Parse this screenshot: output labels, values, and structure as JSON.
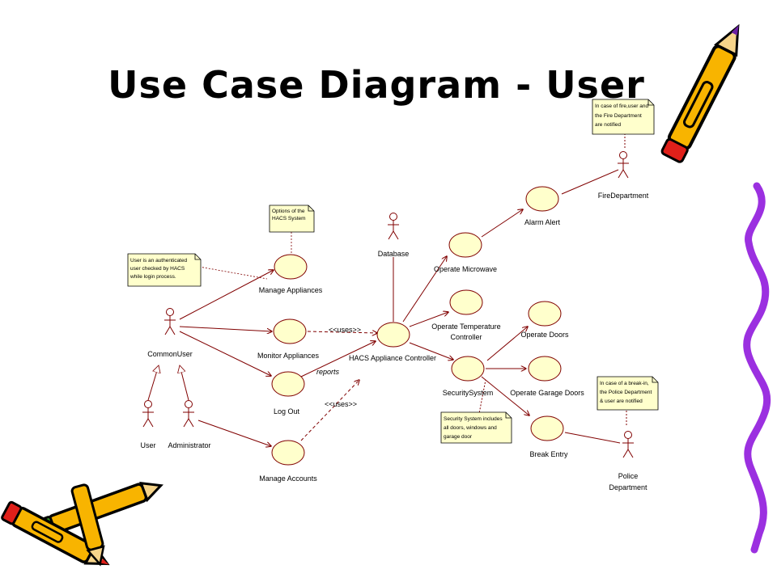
{
  "title": "Use Case Diagram - User",
  "actors": {
    "common_user": "CommonUser",
    "user": "User",
    "administrator": "Administrator",
    "database": "Database",
    "fire_department": "FireDepartment",
    "police_line1": "Police",
    "police_line2": "Department"
  },
  "use_cases": {
    "manage_appliances": "Manage Appliances",
    "monitor_appliances": "Monitor Appliances",
    "log_out": "Log Out",
    "manage_accounts": "Manage Accounts",
    "hacs_controller": "HACS Appliance Controller",
    "operate_microwave": "Operate Microwave",
    "operate_temperature_line1": "Operate Temperature",
    "operate_temperature_line2": "Controller",
    "security_system": "SecuritySystem",
    "alarm_alert": "Alarm Alert",
    "operate_doors": "Operate Doors",
    "operate_garage_doors": "Operate Garage Doors",
    "break_entry": "Break Entry"
  },
  "relations": {
    "uses_1": "<<uses>>",
    "uses_2": "<<uses>>",
    "reports": "reports"
  },
  "notes": {
    "options": [
      "Options of the",
      "HACS System"
    ],
    "login": [
      "User is an authenticated",
      "user checked by HACS",
      "while login process."
    ],
    "fire": [
      "In case of fire,user and",
      "the Fire Department",
      "are notified"
    ],
    "breakin": [
      "In case of a break-in,",
      "the Police Department",
      "& user are notified"
    ],
    "security": [
      "Security System includes",
      "all doors, windows and",
      "garage door"
    ]
  },
  "colors": {
    "usecase_fill": "#FFFFCC",
    "note_fill": "#FFFFCC",
    "line": "#800000",
    "pencil_yellow": "#F8B400",
    "pencil_red": "#E0201A",
    "pencil_green": "#3C9A2A",
    "squiggle": "#9B30E0"
  },
  "decorations": [
    "pencil-icon",
    "squiggle-border"
  ]
}
